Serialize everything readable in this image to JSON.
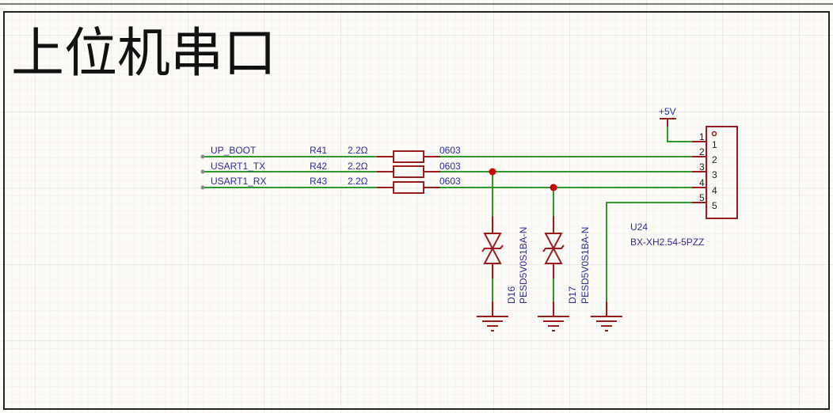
{
  "sheet": {
    "title": "上位机串口",
    "colors": {
      "background": "#fdfbf7",
      "grid_minor": "#f1ede6",
      "grid_major": "#e0ddd8",
      "wire": "#2e9a2e",
      "component": "#9b1c1c",
      "junction": "#cc0000",
      "label": "#2b2b9a",
      "text": "#1a1a1a"
    }
  },
  "nets": [
    {
      "name": "UP_BOOT"
    },
    {
      "name": "USART1_TX"
    },
    {
      "name": "USART1_RX"
    }
  ],
  "resistors": [
    {
      "designator": "R41",
      "value": "2.2Ω",
      "footprint": "0603"
    },
    {
      "designator": "R42",
      "value": "2.2Ω",
      "footprint": "0603"
    },
    {
      "designator": "R43",
      "value": "2.2Ω",
      "footprint": "0603"
    }
  ],
  "diodes": [
    {
      "designator": "D16",
      "part": "PESD5V0S1BA-N"
    },
    {
      "designator": "D17",
      "part": "PESD5V0S1BA-N"
    }
  ],
  "power": {
    "label": "+5V"
  },
  "connector": {
    "designator": "U24",
    "part": "BX-XH2.54-5PZZ",
    "pins": [
      {
        "number": "1",
        "name": "1"
      },
      {
        "number": "2",
        "name": "2"
      },
      {
        "number": "3",
        "name": "3"
      },
      {
        "number": "4",
        "name": "4"
      },
      {
        "number": "5",
        "name": "5"
      }
    ]
  }
}
